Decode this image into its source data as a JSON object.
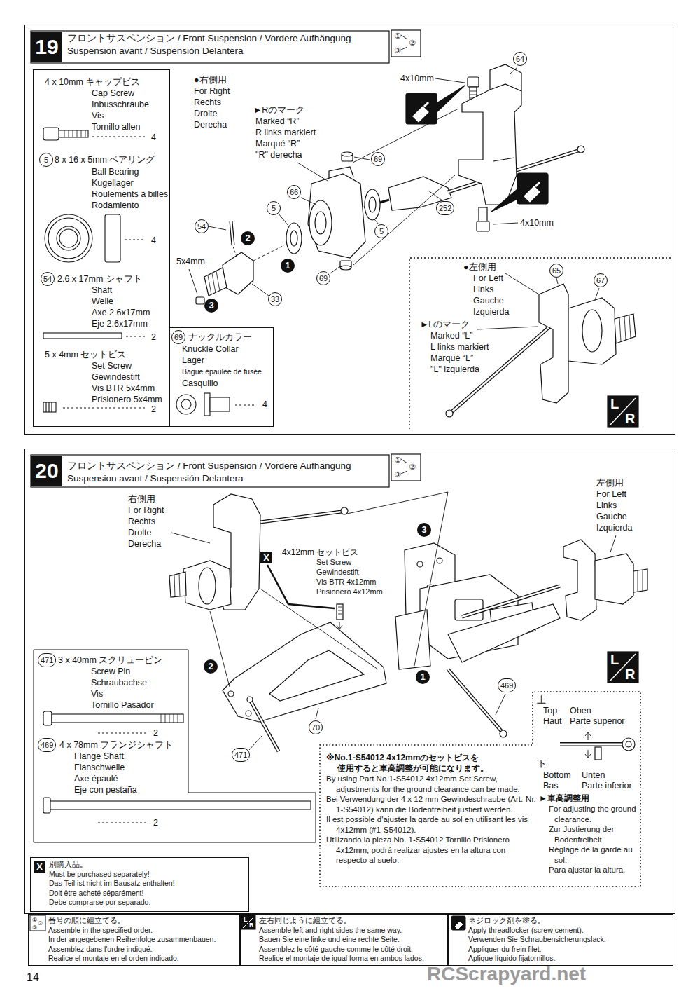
{
  "diagram": {
    "nodes": [
      {
        "text": [
          "19",
          "フロントサスペンション / Front Suspension / Vordere Aufhängung",
          "Suspension avant / Suspensión Delantera"
        ]
      },
      {
        "text": [
          "4 x 10mm キャップビス",
          "Cap Screw",
          "Inbusschraube",
          "Vis",
          "Tornillo allen",
          "4",
          "5",
          "8 x 16 x 5mm ベアリング",
          "Ball Bearing",
          "Kugellager",
          "Roulements à billes",
          "Rodamiento",
          "4",
          "54",
          "2.6 x 17mm シャフト",
          "Shaft",
          "Welle",
          "Axe 2.6x17mm",
          "Eje 2.6x17mm",
          "2",
          "5 x 4mm セットビス",
          "Set Screw",
          "Gewindestift",
          "Vis BTR 5x4mm",
          "Prisionero 5x4mm",
          "2"
        ],
        "in": 0
      },
      {
        "text": [
          "69",
          "ナックルカラー",
          "Knuckle Collar",
          "Lager",
          "Bague épaulée de fusée",
          "Casquillo",
          "4"
        ],
        "in": 0
      },
      {
        "text": [
          "20",
          "フロントサスペンション / Front Suspension / Vordere Aufhängung",
          "Suspension avant / Suspensión Delantera"
        ]
      },
      {
        "text": [
          "471",
          "3 x 40mm スクリューピン",
          "Screw Pin",
          "Schraubachse",
          "Vis",
          "Tornillo Pasador",
          "2",
          "469",
          "4 x 78mm フランジシャフト",
          "Flange Shaft",
          "Flanschwelle",
          "Axe épaulé",
          "Eje con pestaña",
          "2"
        ],
        "in": 3
      },
      {
        "text": [
          "※No.1-S54012 4x12mmのセットビスを",
          "使用すると車高調整が可能になります。",
          "By using Part No.1-S54012 4x12mm Set Screw, adjustments for the ground clearance can be made.",
          "Bei Verwendung der 4 x 12 mm Gewindeschraube (Art.-Nr. 1-S54012) kann die Bodenfreiheit justiert werden.",
          "Il est possible d'ajuster la garde au sol en utilisant les vis 4x12mm (#1-S54012).",
          "Utilizando la pieza No. 1-S54012 Tornillo Prisionero 4x12mm, podrá realizar ajustes en la altura con respecto al suelo.",
          "上",
          "Top",
          "Oben",
          "Haut",
          "Parte superior",
          "下",
          "Bottom",
          "Unten",
          "Bas",
          "Parte inferior",
          "►車高調整用",
          "For adjusting the ground clearance.",
          "Zur Justierung der Bodenfreiheit.",
          "Réglage de la garde au sol.",
          "Para ajustar la altura."
        ],
        "in": 3
      },
      {
        "text": [
          "X",
          "別購入品。",
          "Must be purchased separately!",
          "Das Teil ist nicht im Bausatz enthalten!",
          "Doit être acheté séparément!",
          "Debe comprarse por separado."
        ],
        "in": 3
      },
      {
        "text": [
          "①",
          "②",
          "③",
          "番号の順に組立てる。",
          "Assemble in the specified order.",
          "In der angegebenen Reihenfolge zusammenbauen.",
          "Assemblez dans l'ordre indiqué.",
          "Realice el montaje en el orden indicado."
        ]
      },
      {
        "text": [
          "L",
          "R",
          "左右同じように組立てる。",
          "Assemble left and right sides the same way.",
          "Bauen Sie eine linke und eine rechte Seite.",
          "Assemblez le côté gauche comme le côté droit.",
          "Realice el montaje de igual forma en ambos lados."
        ]
      },
      {
        "text": [
          "ネジロック剤を塗る。",
          "Apply threadlocker (screw cement).",
          "Verwenden Sie Schraubensicherungslack.",
          "Appliquer du frein filet.",
          "Aplique líquido fijatornillos."
        ]
      }
    ],
    "labels": [
      "①",
      "②",
      "③",
      "●右側用",
      "For Right",
      "Rechts",
      "Drolte",
      "Derecha",
      "►Rのマーク",
      "Marked “R”",
      "R links markiert",
      "Marqué “R”",
      "\"R\" derecha",
      "4x10mm",
      "64",
      "69",
      "66",
      "5",
      "5",
      "54",
      "2",
      "1",
      "3",
      "5x4mm",
      "33",
      "69",
      "252",
      "4x10mm",
      "●左側用",
      "For Left",
      "Links",
      "Gauche",
      "Izquierda",
      "65",
      "67",
      "►Lのマーク",
      "Marked “L”",
      "L links markiert",
      "Marqué “L”",
      "\"L\" izquierda",
      "L",
      "R",
      "①",
      "②",
      "③",
      "右側用",
      "For Right",
      "Rechts",
      "Drolte",
      "Derecha",
      "左側用",
      "For Left",
      "Links",
      "Gauche",
      "Izquierda",
      "3",
      "X",
      "4x12mm セットビス",
      "Set Screw",
      "Gewindestift",
      "Vis BTR 4x12mm",
      "Prisionero 4x12mm",
      "2",
      "1",
      "469",
      "70",
      "471",
      "L",
      "R",
      "14",
      "RCScrapyard.net"
    ]
  }
}
